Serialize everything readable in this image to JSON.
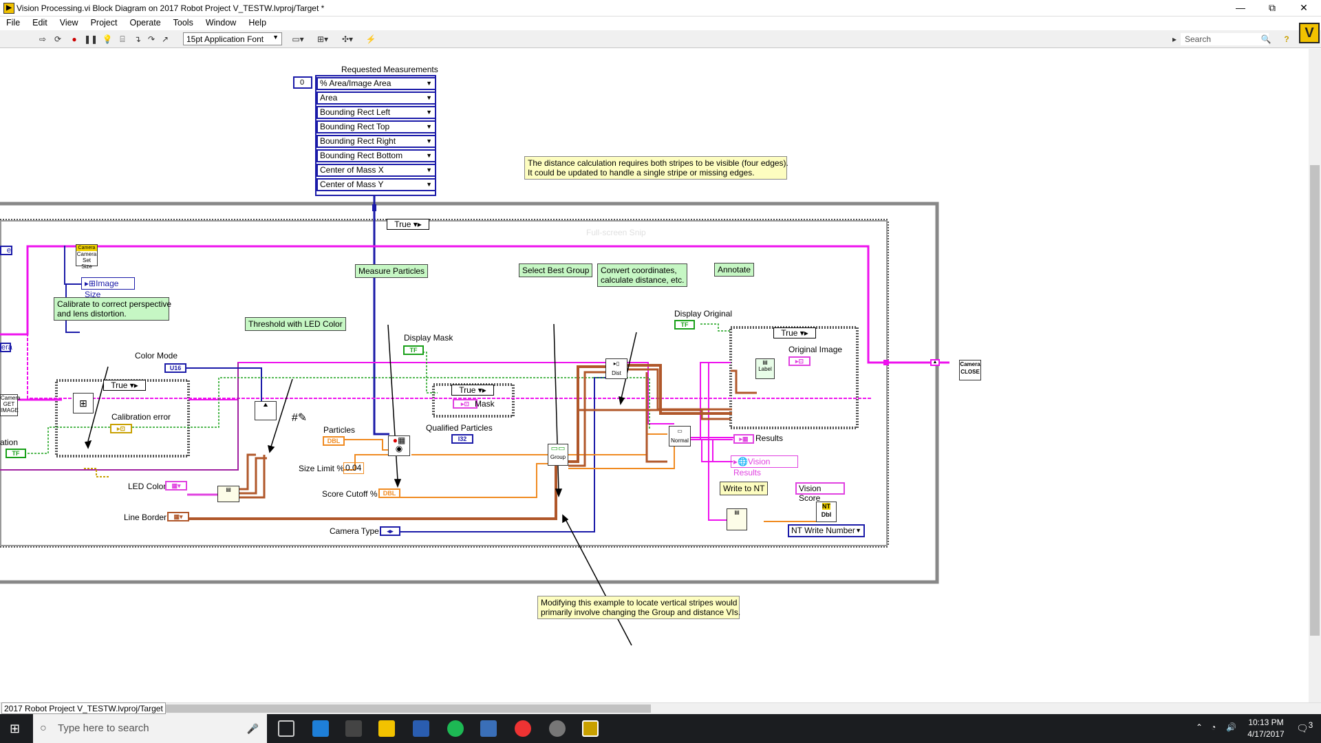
{
  "window": {
    "title": "Vision Processing.vi Block Diagram on 2017 Robot Project V_TESTW.lvproj/Target *",
    "minimize": "—",
    "restore": "⧉",
    "close": "✕"
  },
  "menu": [
    "File",
    "Edit",
    "View",
    "Project",
    "Operate",
    "Tools",
    "Window",
    "Help"
  ],
  "toolbar": {
    "font_label": "15pt Application Font",
    "search_placeholder": "Search",
    "help_label": "?",
    "logo_label": "V"
  },
  "diagram": {
    "requested_measurements": {
      "title": "Requested Measurements",
      "index": "0",
      "items": [
        "% Area/Image Area",
        "Area",
        "Bounding Rect Left",
        "Bounding Rect Top",
        "Bounding Rect Right",
        "Bounding Rect Bottom",
        "Center of Mass X",
        "Center of Mass Y"
      ]
    },
    "notes": {
      "distance": "The distance calculation requires both stripes to be visible (four edges).\nIt could be updated to handle a single stripe or missing edges.",
      "calibrate": "Calibrate to correct perspective\nand lens distortion.",
      "modify": "Modifying this example to locate vertical stripes would\nprimarily involve changing the Group and distance VIs."
    },
    "green_labels": {
      "measure": "Measure Particles",
      "select": "Select Best Group",
      "convert": "Convert coordinates,\ncalculate distance, etc.",
      "annotate": "Annotate",
      "threshold": "Threshold with LED Color",
      "write_nt": "Write to NT"
    },
    "labels": {
      "image_size": "Image Size",
      "color_mode": "Color Mode",
      "calibration_error": "Calibration error",
      "display_mask": "Display Mask",
      "mask": "Mask",
      "particles": "Particles",
      "qualified_particles": "Qualified Particles",
      "size_limit": "Size Limit %",
      "size_limit_value": "0.04",
      "score_cutoff": "Score Cutoff %",
      "led_color": "LED Color",
      "line_border": "Line Border",
      "camera_type": "Camera Type",
      "display_original": "Display Original",
      "original_image": "Original Image",
      "results": "Results",
      "vision_results": "Vision Results",
      "vision_score": "Vision Score",
      "nt_write": "NT Write Number",
      "camera_set_size": "Camera\nSet\nSize",
      "camera_close": "Camera\nCLOSE",
      "camera_get": "Camera\nGET\nIMAGE",
      "cut_left_e": "e",
      "cut_left_era": "era",
      "cut_left_ation": "ation",
      "dist": "Dist",
      "group": "Group",
      "normal": "Normal",
      "label": "Label",
      "true1": "True",
      "true2": "True",
      "true3": "True",
      "true4": "True",
      "full_snip": "Full-screen Snip"
    },
    "terminals": {
      "u16": "U16",
      "tf": "TF",
      "dbl": "DBL",
      "i32": "I32",
      "nt": "NT",
      "nt_dbl": "Dbl"
    }
  },
  "status": {
    "path": "2017 Robot Project V_TESTW.lvproj/Target"
  },
  "taskbar": {
    "search": "Type here to search",
    "time": "10:13 PM",
    "date": "4/17/2017",
    "notifications": "3"
  },
  "colors": {
    "pink_wire": "#ee10ee",
    "blue_wire": "#1a1aa8",
    "orange_wire": "#f08a20",
    "brown_wire": "#b0572a",
    "green_wire": "#18a018"
  }
}
